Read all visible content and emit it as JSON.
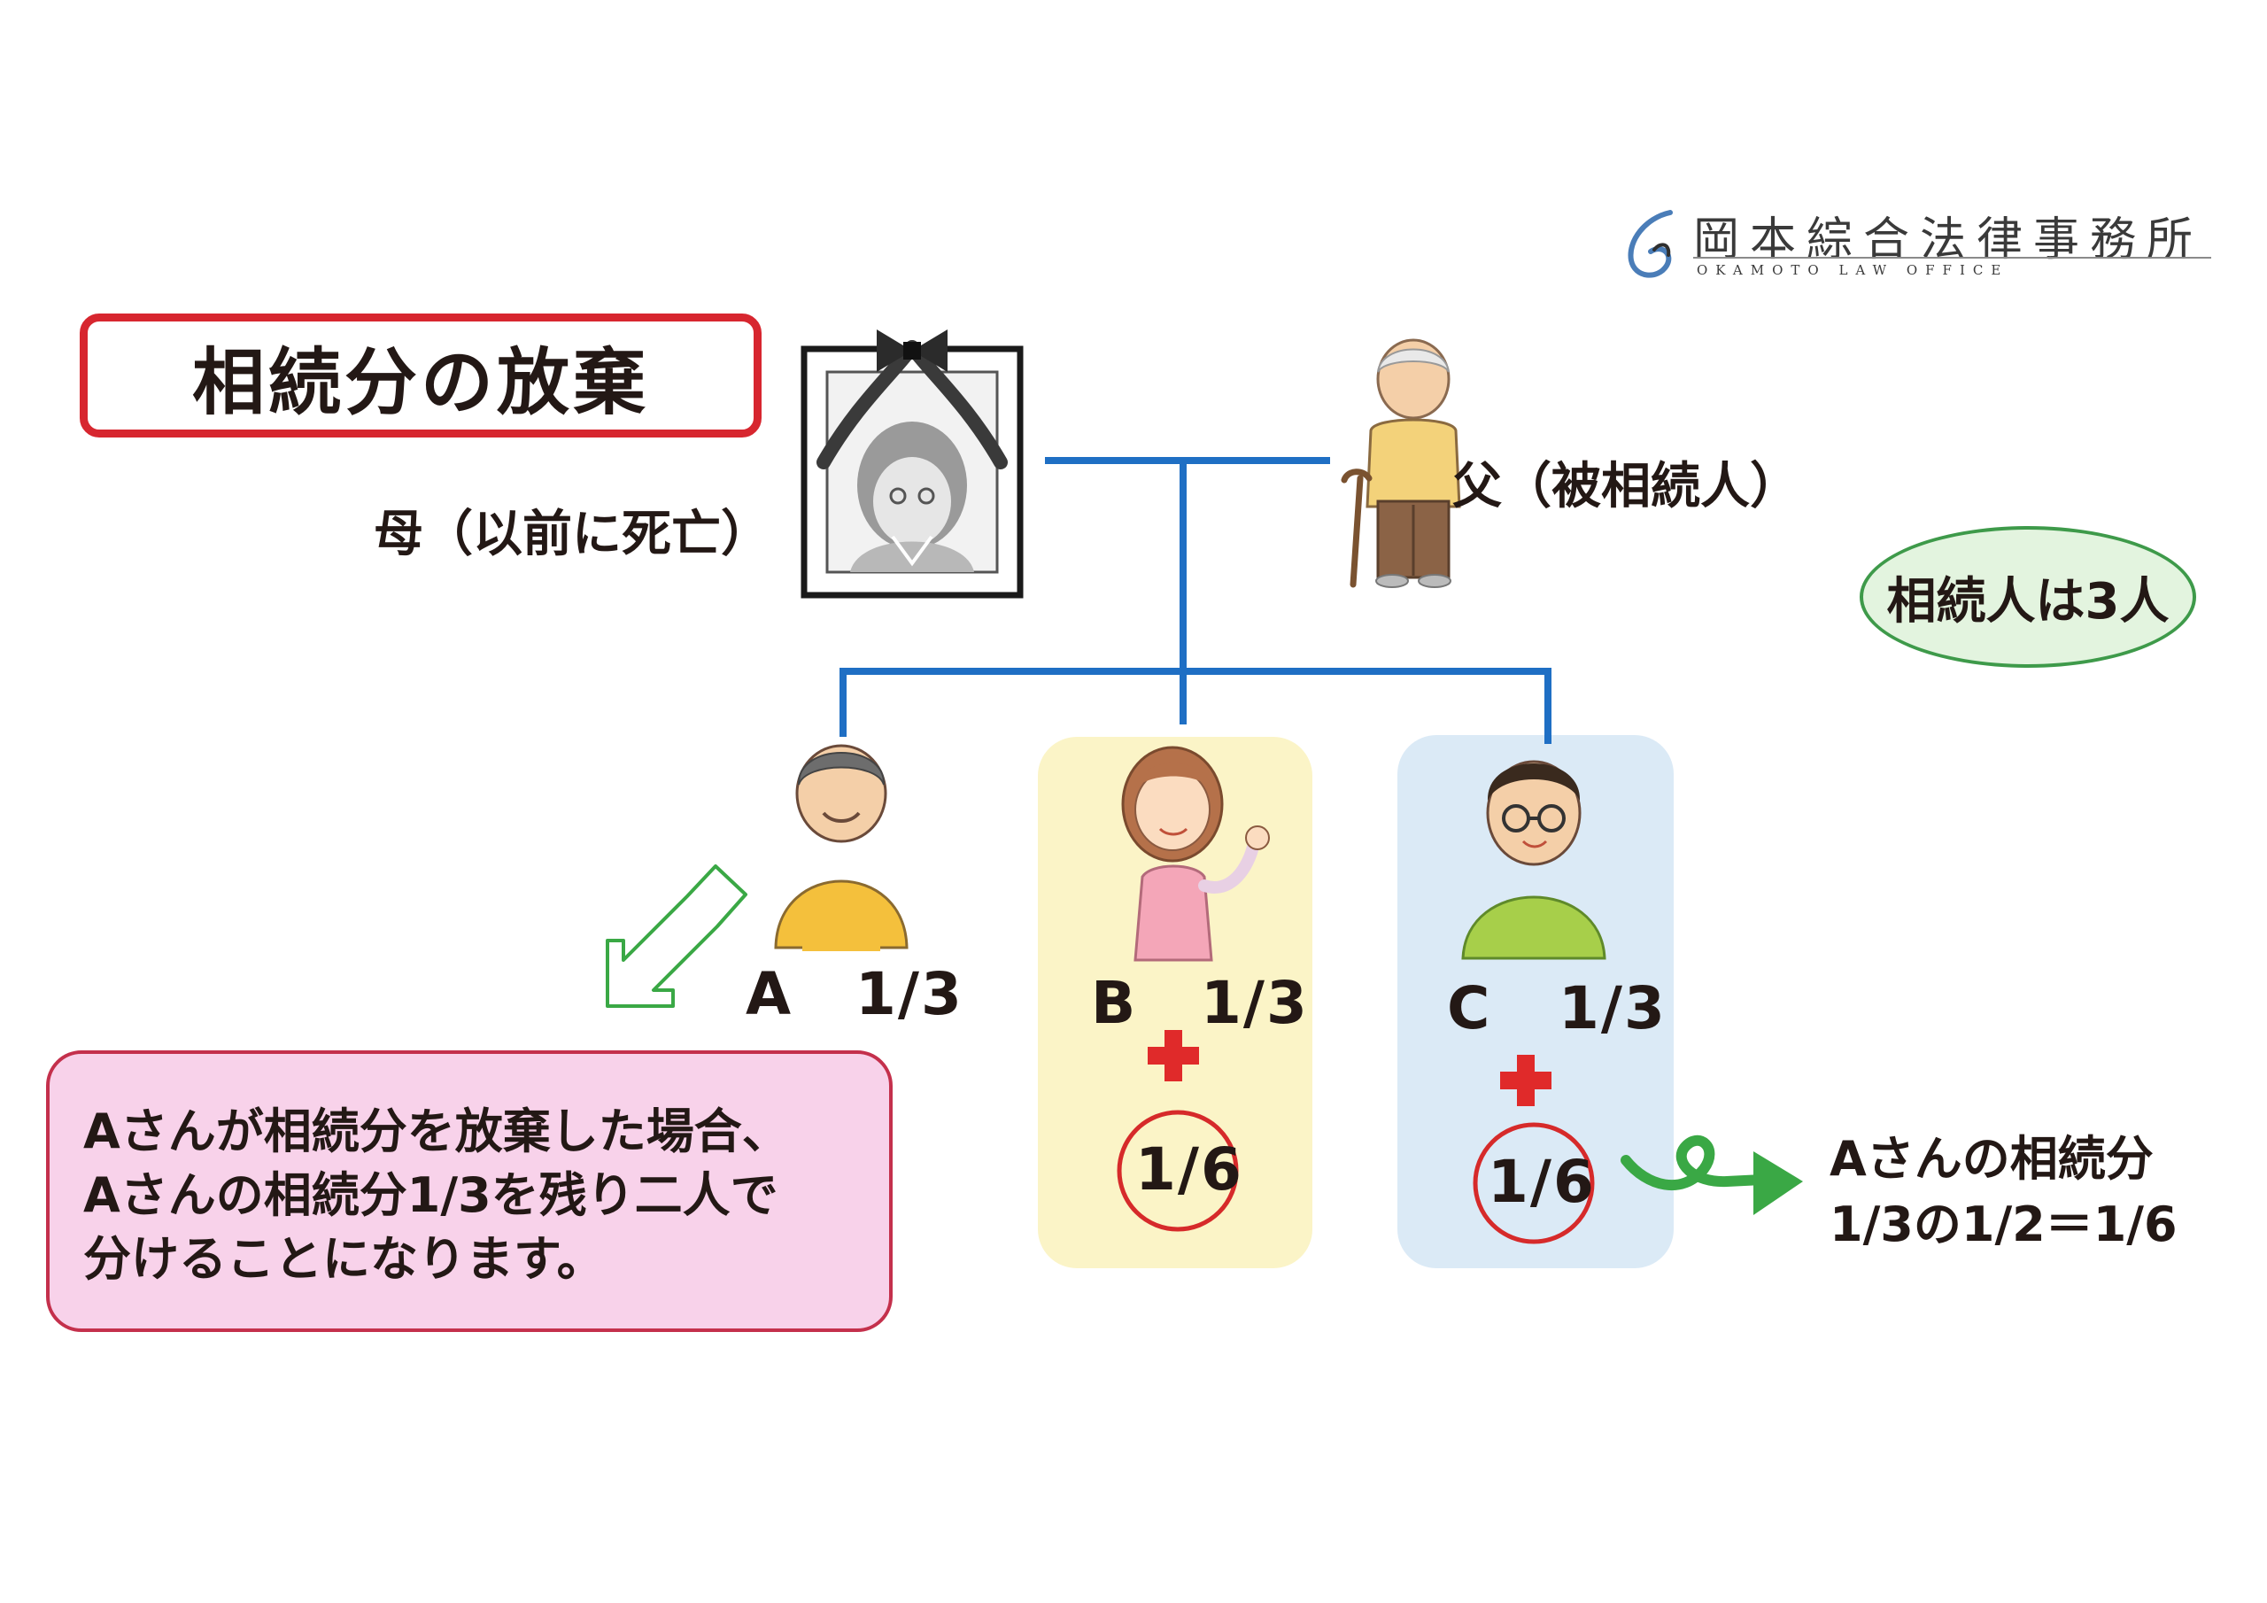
{
  "logo": {
    "name_jp": "岡本綜合法律事務所",
    "name_en": "OKAMOTO LAW OFFICE"
  },
  "title": "相続分の放棄",
  "mother_label": "母（以前に死亡）",
  "father_label": "父（被相続人）",
  "heirs_count_label": "相続人は3人",
  "heirs": [
    {
      "name": "A",
      "share": "1/3"
    },
    {
      "name": "B",
      "share": "1/3",
      "added": "1/6"
    },
    {
      "name": "C",
      "share": "1/3",
      "added": "1/6"
    }
  ],
  "explanation": [
    "Aさんが相続分を放棄した場合、",
    "Aさんの相続分1/3を残り二人で",
    "分けることになります。"
  ],
  "calc_note": [
    "Aさんの相続分",
    "1/3の1/2＝1/6"
  ],
  "colors": {
    "title_border": "#d7262f",
    "tree_line": "#1f6fc4",
    "plus": "#e02a2a",
    "circle": "#d62a2a",
    "oval_border": "#3e9a4a",
    "oval_fill": "#e3f4df",
    "panel_b": "#fbf4c7",
    "panel_c": "#dbeaf6",
    "explain_fill": "#f8d2ea",
    "arrow_green": "#3aa845"
  }
}
